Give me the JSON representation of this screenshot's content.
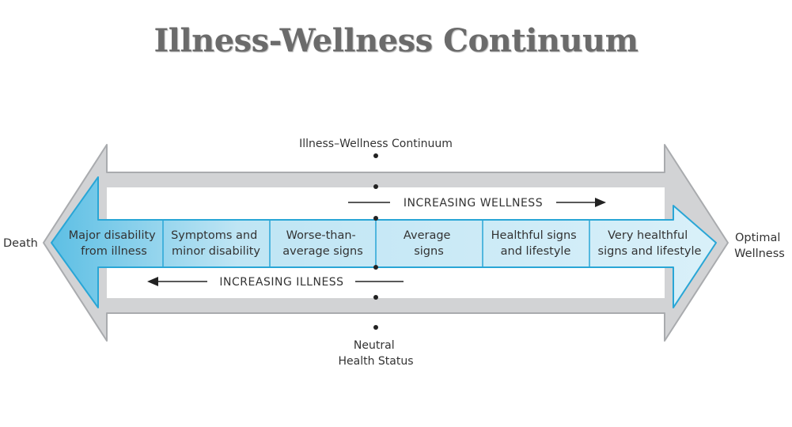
{
  "page": {
    "title": "Illness-Wellness Continuum"
  },
  "diagram": {
    "inner_label": "Illness–Wellness Continuum",
    "left_end": "Death",
    "right_end": [
      "Optimal",
      "Wellness"
    ],
    "wellness_label": "INCREASING WELLNESS",
    "illness_label": "INCREASING ILLNESS",
    "neutral_label": [
      "Neutral",
      "Health Status"
    ],
    "stages": [
      {
        "lines": [
          "Major disability",
          "from illness"
        ]
      },
      {
        "lines": [
          "Symptoms and",
          "minor disability"
        ]
      },
      {
        "lines": [
          "Worse-than-",
          "average signs"
        ]
      },
      {
        "lines": [
          "Average",
          "signs"
        ]
      },
      {
        "lines": [
          "Healthful signs",
          "and lifestyle"
        ]
      },
      {
        "lines": [
          "Very healthful",
          "signs and lifestyle"
        ]
      }
    ],
    "colors": {
      "title": "#6b6b6b",
      "outer_arrow_fill": "#d2d3d5",
      "outer_arrow_stroke": "#a9abae",
      "inner_arrow_fill": "#c9e9f5",
      "inner_arrow_stroke": "#29a6d6",
      "gradient_dark": "#5dbfe4",
      "text": "#333333"
    }
  }
}
